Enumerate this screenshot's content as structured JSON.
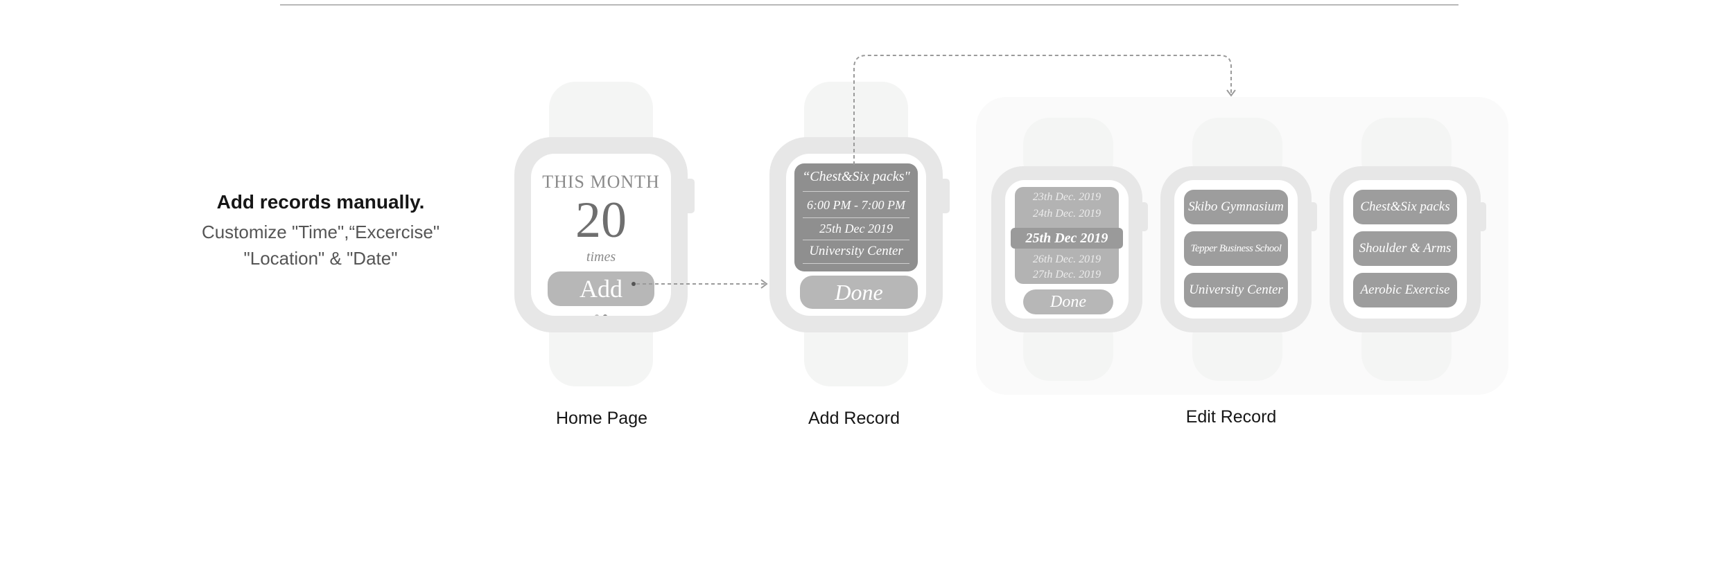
{
  "intro": {
    "title": "Add records manually.",
    "line1": "Customize \"Time\",“Excercise\"",
    "line2": "\"Location\" & \"Date\""
  },
  "home": {
    "month_label": "THIS MONTH",
    "count": "20",
    "count_unit": "times",
    "add_label": "Add"
  },
  "add_record": {
    "exercise": "“Chest&Six packs\"",
    "time": "6:00 PM - 7:00 PM",
    "date": "25th Dec 2019",
    "location": "University Center",
    "done_label": "Done"
  },
  "edit_date": {
    "dates": [
      "23th Dec. 2019",
      "24th Dec. 2019",
      "25th Dec 2019",
      "26th Dec. 2019",
      "27th Dec. 2019"
    ],
    "done_label": "Done"
  },
  "edit_location": {
    "options": [
      "Skibo Gymnasium",
      "Tepper Business School",
      "University Center"
    ]
  },
  "edit_exercise": {
    "options": [
      "Chest&Six packs",
      "Shoulder & Arms",
      "Aerobic Exercise"
    ]
  },
  "captions": {
    "home": "Home Page",
    "add": "Add Record",
    "edit": "Edit Record"
  },
  "colors": {
    "watch_case": "#e7e7e7",
    "watch_band": "#f4f5f4",
    "panel_dark": "#8f8f8f",
    "button": "#b7b7b7"
  }
}
